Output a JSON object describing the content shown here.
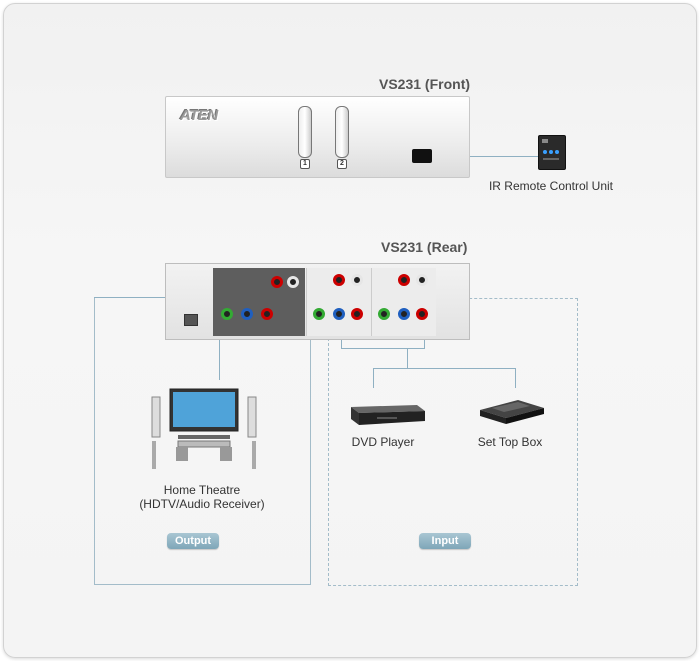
{
  "diagram": {
    "front_title": "VS231 (Front)",
    "rear_title": "VS231 (Rear)",
    "brand": "ATEN",
    "port_buttons": [
      "1",
      "2"
    ],
    "remote_label": "IR Remote Control Unit",
    "home_theatre_label_line1": "Home Theatre",
    "home_theatre_label_line2": "(HDTV/Audio Receiver)",
    "dvd_label": "DVD Player",
    "settop_label": "Set Top Box",
    "output_badge": "Output",
    "input_badge": "Input",
    "colors": {
      "connector_line": "#8fb0c2",
      "badge": "#8fb0c2",
      "red_jack": "#cc0000",
      "white_jack": "#e6e6e6",
      "green_jack": "#33aa33",
      "blue_jack": "#1f5fbf"
    }
  }
}
